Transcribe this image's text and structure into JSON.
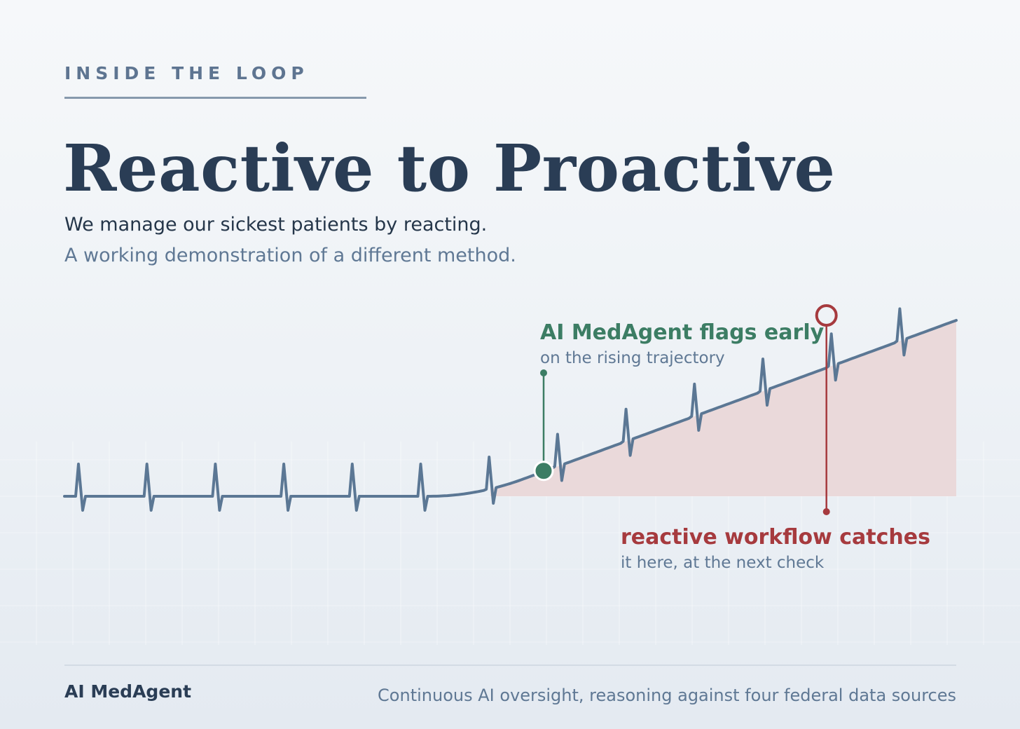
{
  "header": {
    "eyebrow": "INSIDE THE LOOP",
    "title": "Reactive to Proactive",
    "subtitle_primary": "We manage our sickest patients by reacting.",
    "subtitle_secondary": "A working demonstration of a different method."
  },
  "annotations": {
    "early": {
      "title": "AI MedAgent flags early",
      "subtitle": "on the rising trajectory",
      "color": "#3c7d64"
    },
    "late": {
      "title": "reactive workflow catches",
      "subtitle": "it here, at the next check",
      "color": "#a63a3e"
    }
  },
  "trace": {
    "line_color": "#5b7794",
    "risk_fill_color": "#ead9da",
    "beats": 13,
    "early_flag_beat_fraction": 0.53,
    "late_catch_beat": 12
  },
  "footer": {
    "brand": "AI MedAgent",
    "tagline": "Continuous AI oversight, reasoning against four federal data sources"
  }
}
